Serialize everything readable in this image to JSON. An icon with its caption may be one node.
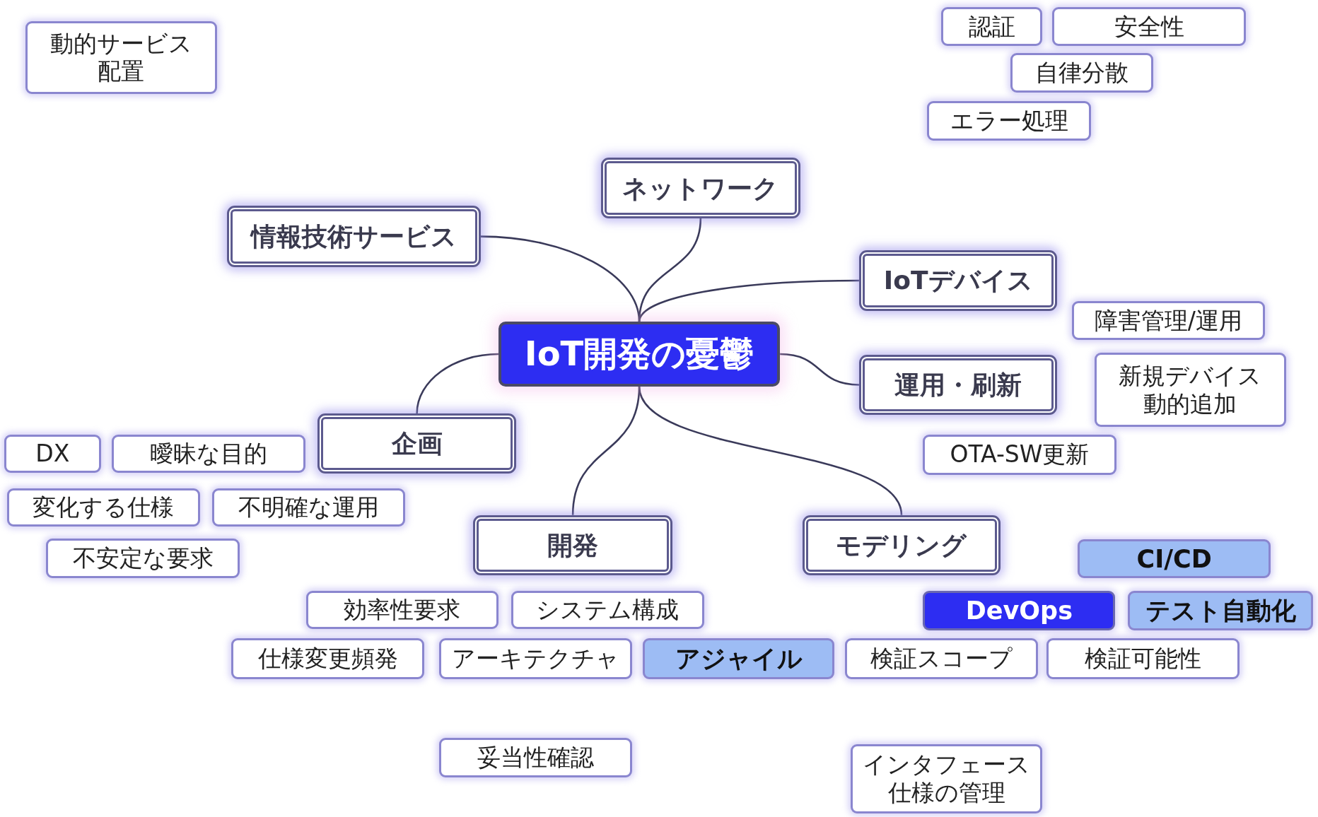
{
  "diagram": {
    "nodes": [
      {
        "text": [
          "動的サービス配置"
        ]
      },
      {
        "text": [
          "認証"
        ]
      },
      {
        "text": [
          "安全性"
        ]
      },
      {
        "text": [
          "自律分散"
        ]
      },
      {
        "text": [
          "エラー処理"
        ]
      },
      {
        "text": [
          "ネットワーク"
        ]
      },
      {
        "text": [
          "情報技術サービス"
        ]
      },
      {
        "text": [
          "IoTデバイス"
        ]
      },
      {
        "text": [
          "障害管理/運用"
        ]
      },
      {
        "text": [
          "IoT開発の憂鬱"
        ]
      },
      {
        "text": [
          "新規デバイス動的追加"
        ]
      },
      {
        "text": [
          "運用・刷新"
        ]
      },
      {
        "text": [
          "企画"
        ]
      },
      {
        "text": [
          "DX"
        ]
      },
      {
        "text": [
          "曖昧な目的"
        ]
      },
      {
        "text": [
          "OTA-SW更新"
        ]
      },
      {
        "text": [
          "変化する仕様"
        ]
      },
      {
        "text": [
          "不明確な運用"
        ]
      },
      {
        "text": [
          "開発"
        ]
      },
      {
        "text": [
          "モデリング"
        ]
      },
      {
        "text": [
          "CI/CD"
        ]
      },
      {
        "text": [
          "不安定な要求"
        ]
      },
      {
        "text": [
          "効率性要求"
        ]
      },
      {
        "text": [
          "システム構成"
        ]
      },
      {
        "text": [
          "DevOps"
        ]
      },
      {
        "text": [
          "テスト自動化"
        ]
      },
      {
        "text": [
          "仕様変更頻発"
        ]
      },
      {
        "text": [
          "アーキテクチャ"
        ]
      },
      {
        "text": [
          "アジャイル"
        ]
      },
      {
        "text": [
          "検証スコープ"
        ]
      },
      {
        "text": [
          "検証可能性"
        ]
      },
      {
        "text": [
          "妥当性確認"
        ]
      },
      {
        "text": [
          "インタフェース仕様の管理"
        ]
      }
    ],
    "edges": [
      {
        "from": 9,
        "to": 5,
        "arrow": "none"
      },
      {
        "from": 9,
        "to": 6,
        "arrow": "none"
      },
      {
        "from": 9,
        "to": 7,
        "arrow": "none"
      },
      {
        "from": 9,
        "to": 11,
        "arrow": "none"
      },
      {
        "from": 9,
        "to": 12,
        "arrow": "none"
      },
      {
        "from": 9,
        "to": 18,
        "arrow": "none"
      },
      {
        "from": 9,
        "to": 19,
        "arrow": "none"
      }
    ]
  }
}
